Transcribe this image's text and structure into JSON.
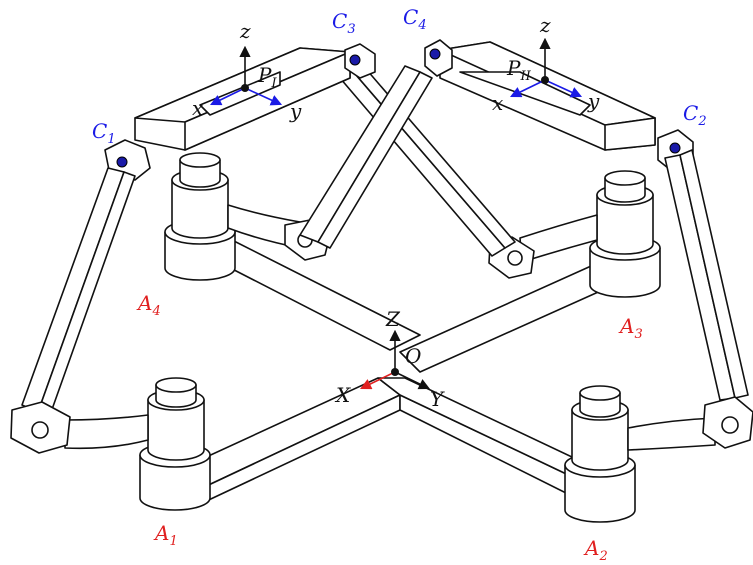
{
  "labels": {
    "A1": {
      "base": "A",
      "sub": "1",
      "color": "#e02020"
    },
    "A2": {
      "base": "A",
      "sub": "2",
      "color": "#e02020"
    },
    "A3": {
      "base": "A",
      "sub": "3",
      "color": "#e02020"
    },
    "A4": {
      "base": "A",
      "sub": "4",
      "color": "#e02020"
    },
    "C1": {
      "base": "C",
      "sub": "1",
      "color": "#1a1ae6"
    },
    "C2": {
      "base": "C",
      "sub": "2",
      "color": "#1a1ae6"
    },
    "C3": {
      "base": "C",
      "sub": "3",
      "color": "#1a1ae6"
    },
    "C4": {
      "base": "C",
      "sub": "4",
      "color": "#1a1ae6"
    },
    "PI": {
      "base": "P",
      "sub": "I",
      "color": "#111111"
    },
    "PII": {
      "base": "P",
      "sub": "II",
      "color": "#111111"
    }
  },
  "frame_world": {
    "Z": "Z",
    "X": "X",
    "Y": "Y",
    "O": "O"
  },
  "frame_I": {
    "z": "z",
    "x": "x",
    "y": "y"
  },
  "frame_II": {
    "z": "z",
    "x": "x",
    "y": "y"
  },
  "colors": {
    "stroke": "#111111",
    "fill": "#ffffff",
    "axis_red": "#e02020",
    "axis_blue": "#1a1ae6",
    "joint_blue": "#1a1aa8"
  }
}
